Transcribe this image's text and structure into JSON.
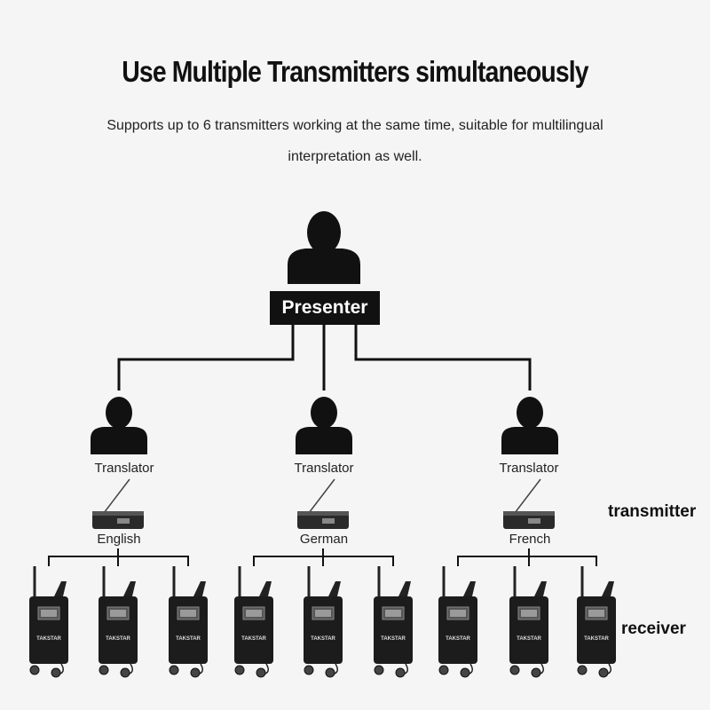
{
  "title": "Use Multiple Transmitters simultaneously",
  "subtitle": "Supports up to 6 transmitters working at the same time, suitable for multilingual interpretation as well.",
  "presenter": {
    "label": "Presenter",
    "icon": "person-icon"
  },
  "translators": [
    {
      "label": "Translator",
      "language": "English"
    },
    {
      "label": "Translator",
      "language": "German"
    },
    {
      "label": "Translator",
      "language": "French"
    }
  ],
  "receiver_brand": "TAKSTAR",
  "side_labels": {
    "transmitter": "transmitter",
    "receiver": "receiver"
  },
  "colors": {
    "background": "#f5f5f5",
    "accent": "#111111",
    "line": "#111111"
  }
}
